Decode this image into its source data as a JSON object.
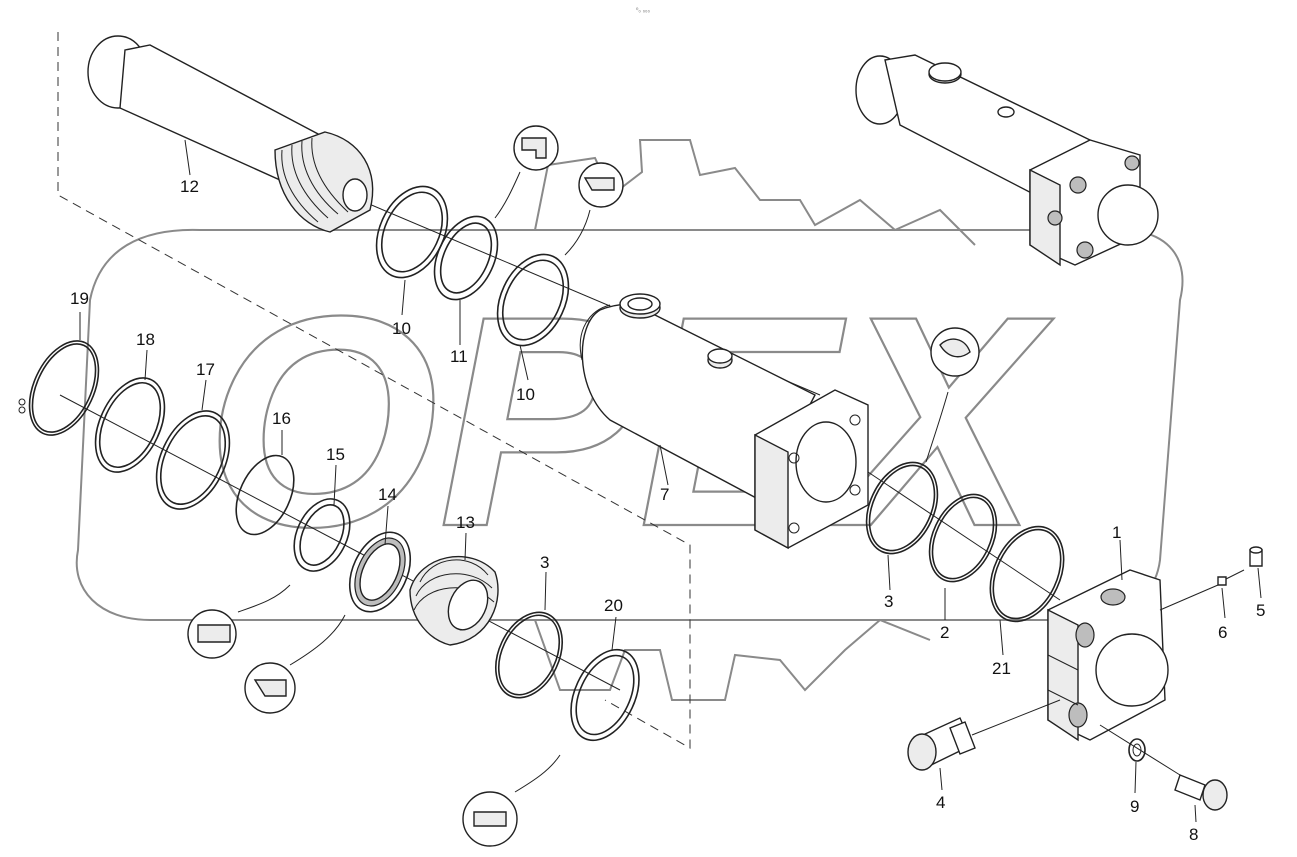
{
  "header_text": "⁰₀ ₀₀₀",
  "watermark_text": "OPEX",
  "callouts": [
    {
      "id": "label-1",
      "text": "1"
    },
    {
      "id": "label-2",
      "text": "2"
    },
    {
      "id": "label-3a",
      "text": "3"
    },
    {
      "id": "label-3b",
      "text": "3"
    },
    {
      "id": "label-4",
      "text": "4"
    },
    {
      "id": "label-5",
      "text": "5"
    },
    {
      "id": "label-6",
      "text": "6"
    },
    {
      "id": "label-7",
      "text": "7"
    },
    {
      "id": "label-8",
      "text": "8"
    },
    {
      "id": "label-9",
      "text": "9"
    },
    {
      "id": "label-10a",
      "text": "10"
    },
    {
      "id": "label-10b",
      "text": "10"
    },
    {
      "id": "label-11",
      "text": "11"
    },
    {
      "id": "label-12",
      "text": "12"
    },
    {
      "id": "label-13",
      "text": "13"
    },
    {
      "id": "label-14",
      "text": "14"
    },
    {
      "id": "label-15",
      "text": "15"
    },
    {
      "id": "label-16",
      "text": "16"
    },
    {
      "id": "label-17",
      "text": "17"
    },
    {
      "id": "label-18",
      "text": "18"
    },
    {
      "id": "label-19",
      "text": "19"
    },
    {
      "id": "label-20",
      "text": "20"
    },
    {
      "id": "label-21",
      "text": "21"
    }
  ],
  "colors": {
    "line": "#222222",
    "watermark": "#8a8a8a",
    "background": "#ffffff"
  }
}
